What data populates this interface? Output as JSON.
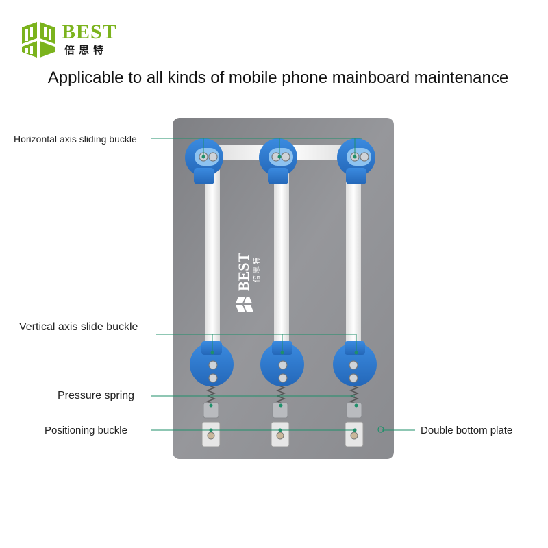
{
  "brand": {
    "name": "BEST",
    "chinese": "倍思特",
    "accent_color": "#7bb31d"
  },
  "headline": "Applicable to all kinds of mobile phone mainboard maintenance",
  "plate_logo": {
    "name": "BEST",
    "chinese": "倍思特"
  },
  "labels": {
    "horizontal": "Horizontal axis sliding buckle",
    "vertical": "Vertical axis slide buckle",
    "spring": "Pressure spring",
    "positioning": "Positioning buckle",
    "plate": "Double bottom plate"
  },
  "colors": {
    "plate": "#8e8e92",
    "buckle": "#2f7cd1",
    "rail": "#f2f2f2",
    "leader_line": "#1f8f6a"
  }
}
